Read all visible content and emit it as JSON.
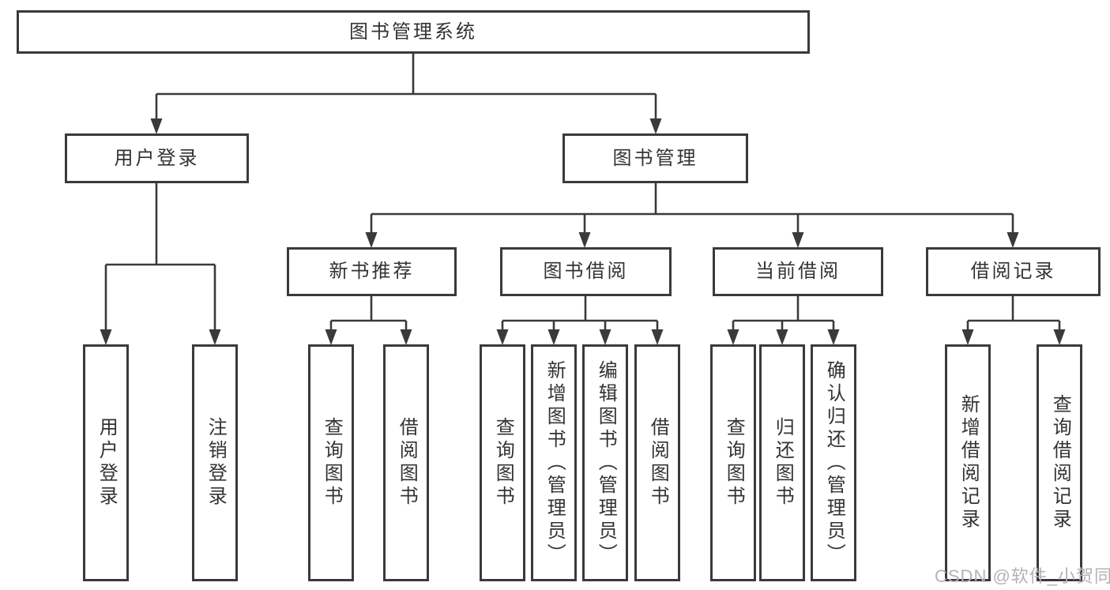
{
  "diagram": {
    "tree": {
      "label": "图书管理系统",
      "children": [
        {
          "label": "用户登录",
          "children": [
            {
              "label": "用户登录"
            },
            {
              "label": "注销登录"
            }
          ]
        },
        {
          "label": "图书管理",
          "children": [
            {
              "label": "新书推荐",
              "children": [
                {
                  "label": "查询图书"
                },
                {
                  "label": "借阅图书"
                }
              ]
            },
            {
              "label": "图书借阅",
              "children": [
                {
                  "label": "查询图书"
                },
                {
                  "label": "新增图书（管理员）"
                },
                {
                  "label": "编辑图书（管理员）"
                },
                {
                  "label": "借阅图书"
                }
              ]
            },
            {
              "label": "当前借阅",
              "children": [
                {
                  "label": "查询图书"
                },
                {
                  "label": "归还图书"
                },
                {
                  "label": "确认归还（管理员）"
                }
              ]
            },
            {
              "label": "借阅记录",
              "children": [
                {
                  "label": "新增借阅记录"
                },
                {
                  "label": "查询借阅记录"
                }
              ]
            }
          ]
        }
      ]
    },
    "colors": {
      "line": "#3a3a3a",
      "text": "#333333",
      "background": "#ffffff",
      "watermark": "#b3b3b3"
    }
  },
  "watermark": {
    "text": "CSDN @软件_小贺同学"
  }
}
